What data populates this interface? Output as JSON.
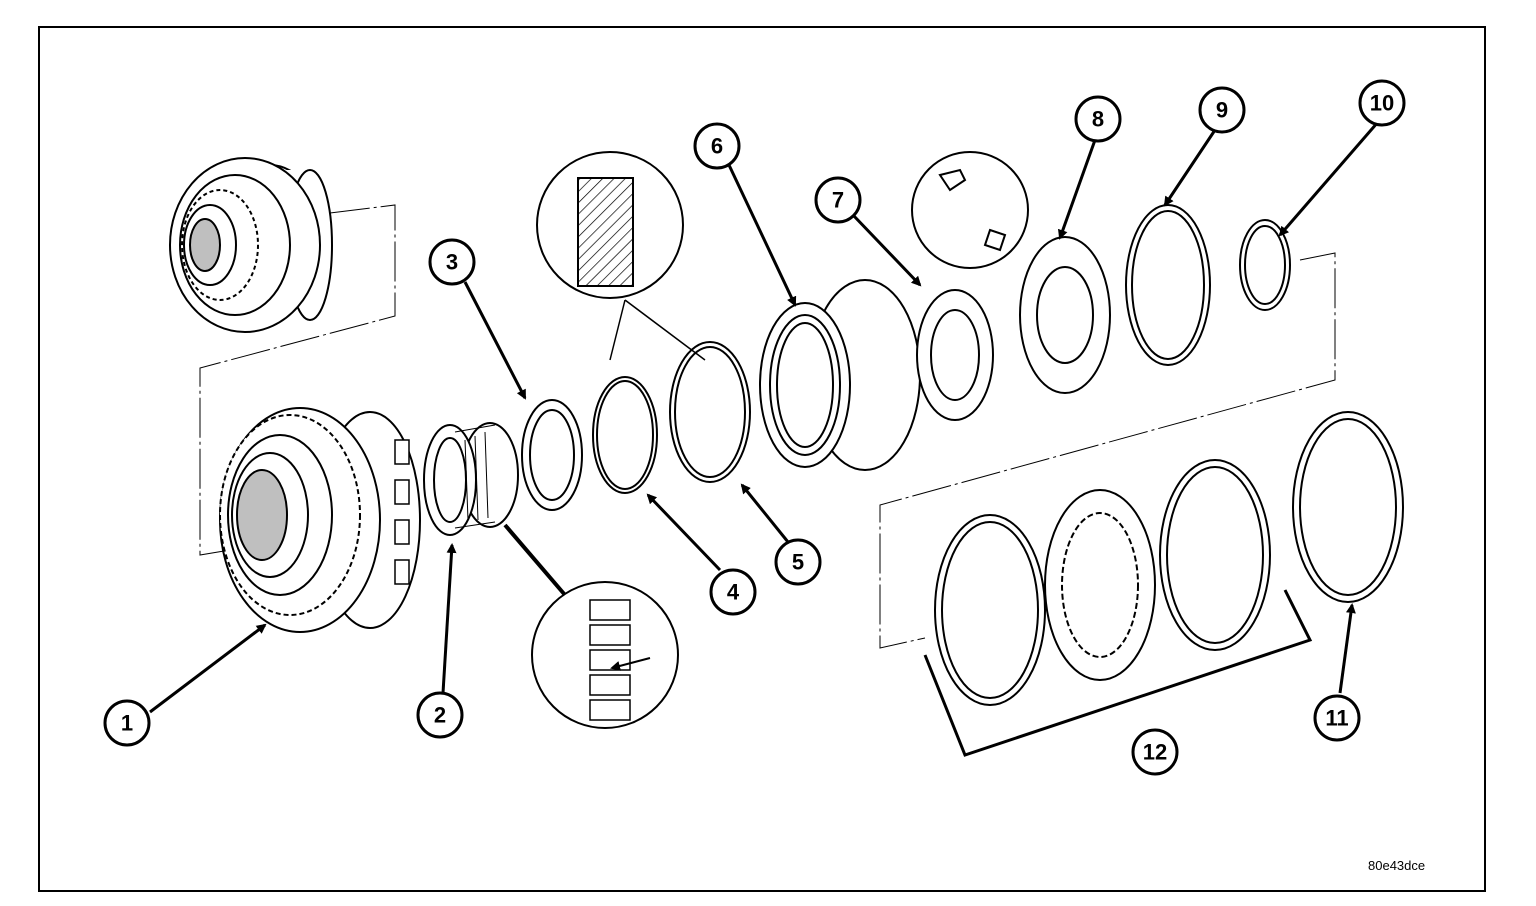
{
  "figure": {
    "id_text": "80e43dce",
    "callouts": [
      {
        "id": "1",
        "label": "1"
      },
      {
        "id": "2",
        "label": "2"
      },
      {
        "id": "3",
        "label": "3"
      },
      {
        "id": "4",
        "label": "4"
      },
      {
        "id": "5",
        "label": "5"
      },
      {
        "id": "6",
        "label": "6"
      },
      {
        "id": "7",
        "label": "7"
      },
      {
        "id": "8",
        "label": "8"
      },
      {
        "id": "9",
        "label": "9"
      },
      {
        "id": "10",
        "label": "10"
      },
      {
        "id": "11",
        "label": "11"
      },
      {
        "id": "12",
        "label": "12"
      }
    ],
    "colors": {
      "ink": "#000000",
      "paper": "#ffffff",
      "shade": "#bfbfbf"
    }
  }
}
